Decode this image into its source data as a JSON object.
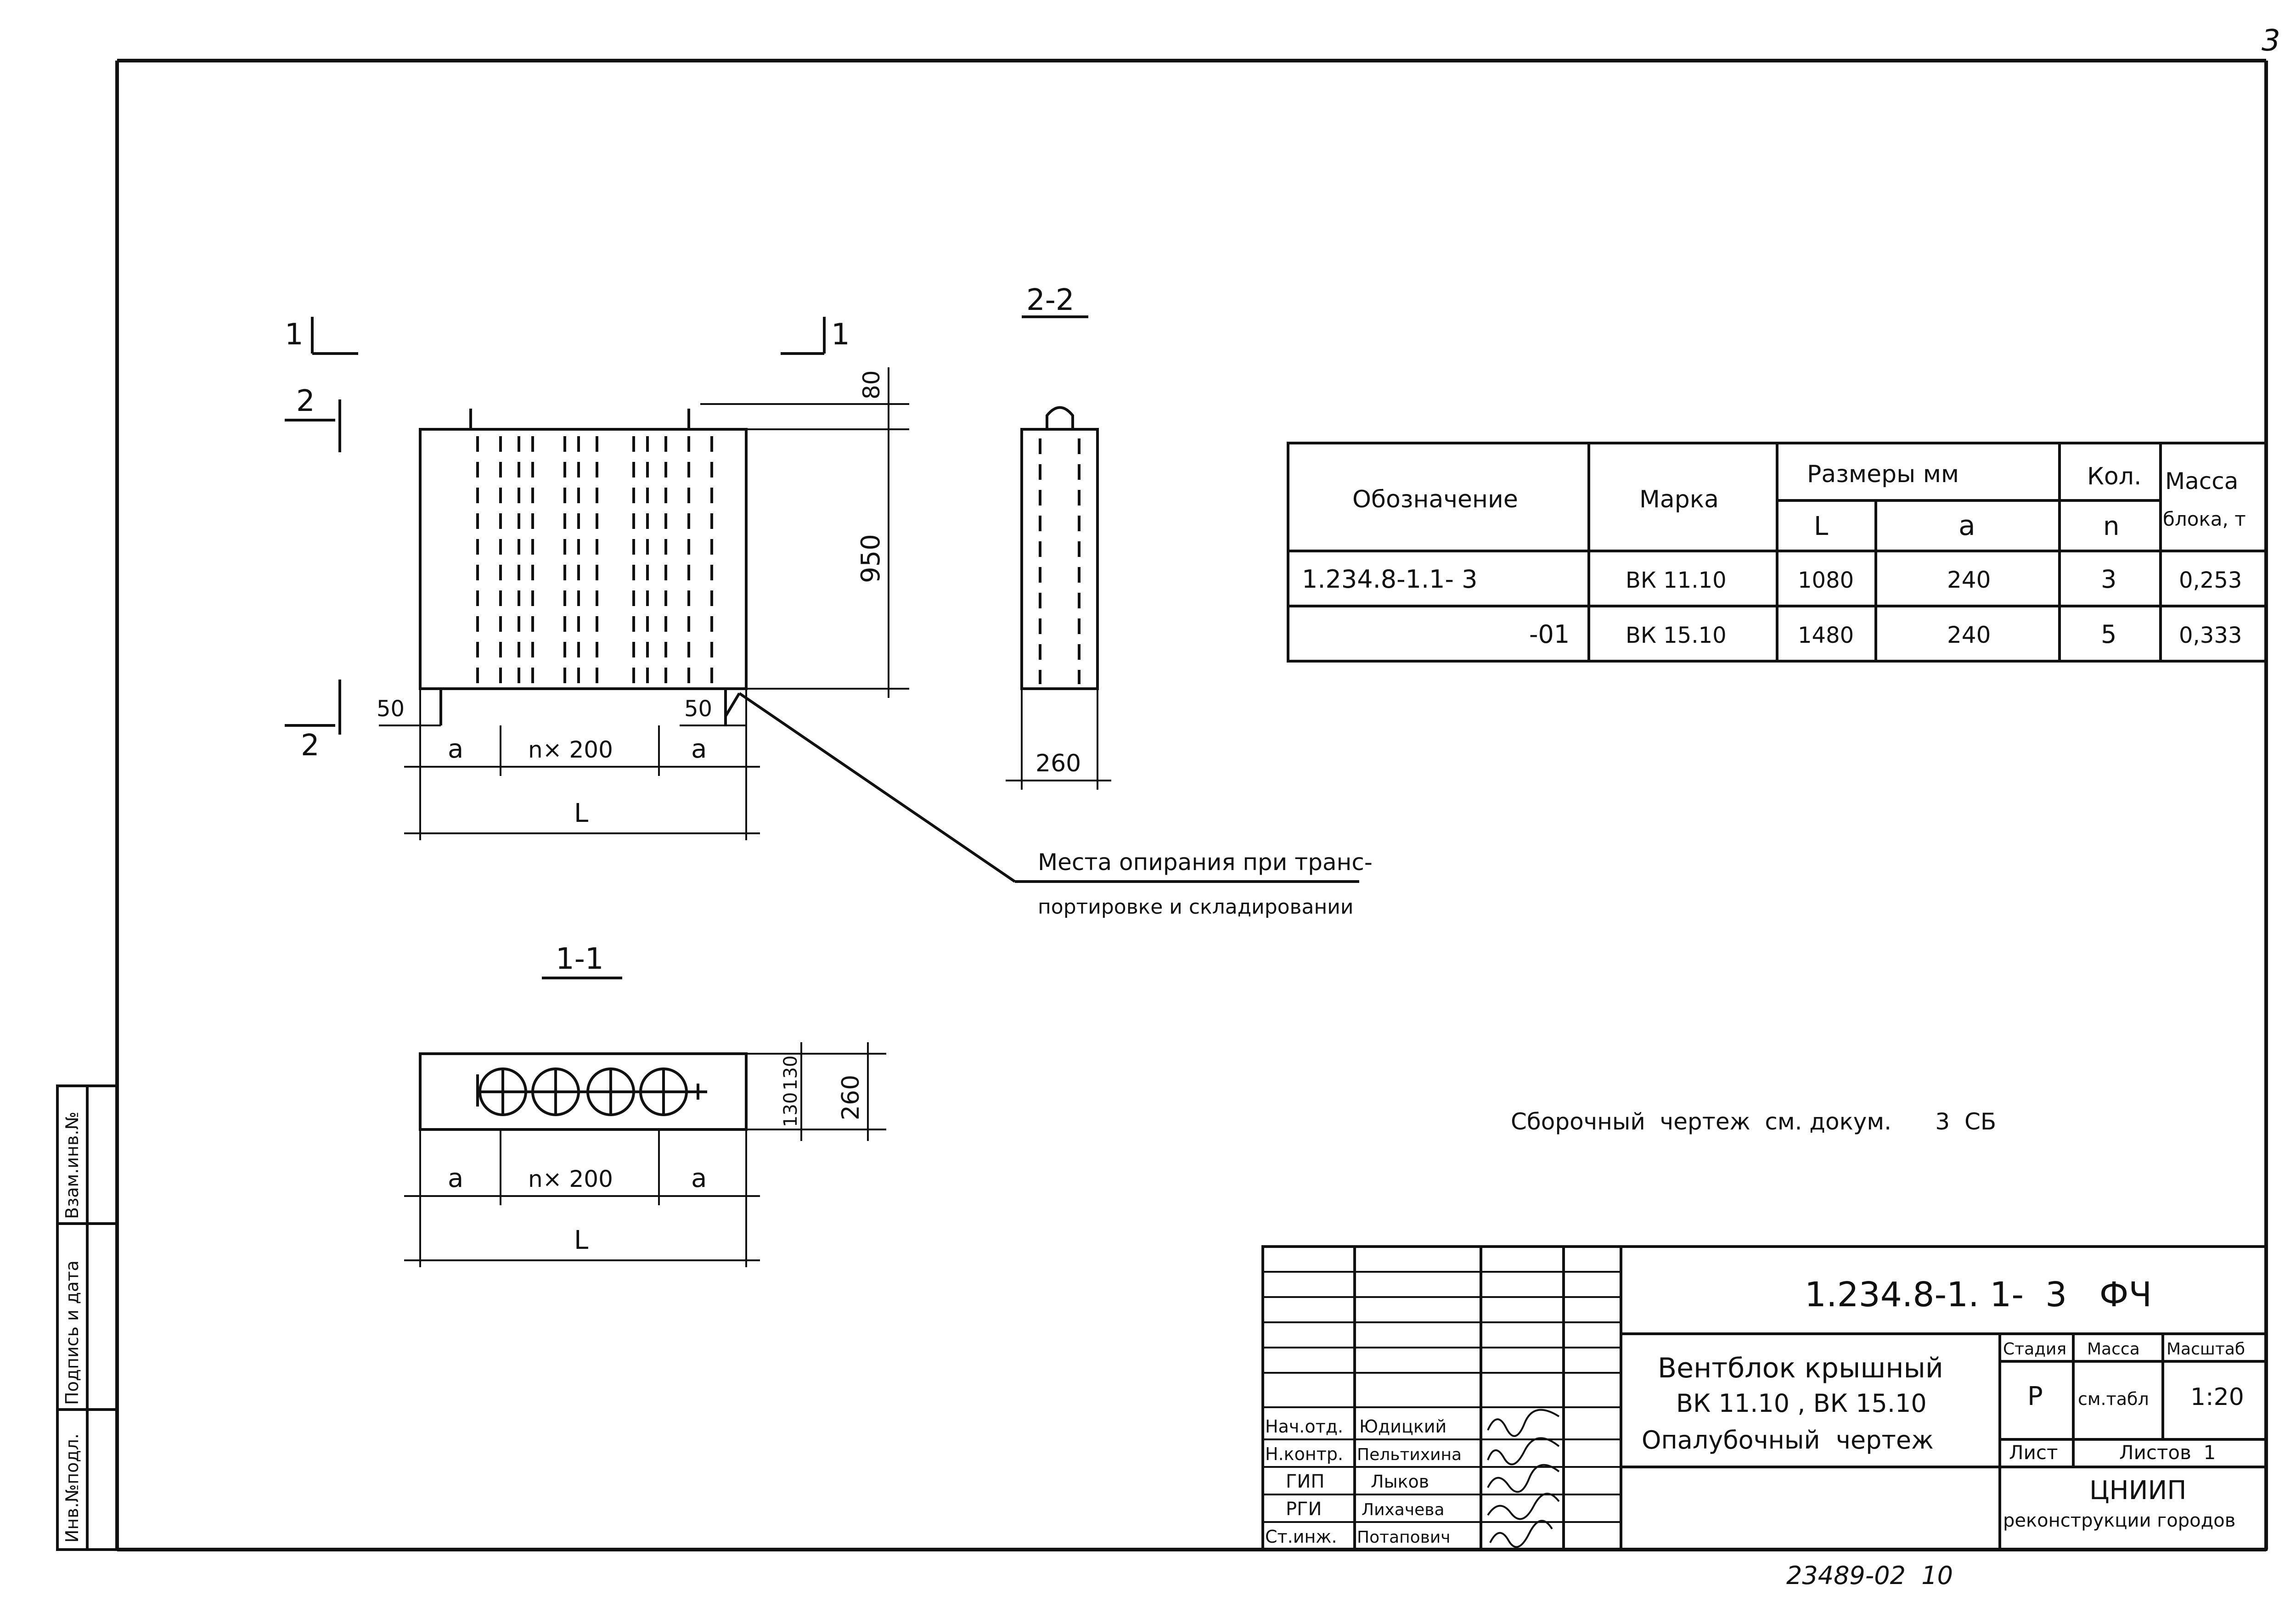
{
  "page_number": "3",
  "views": {
    "front": {
      "cut_1_left": "1",
      "cut_1_right": "1",
      "cut_2_top": "2",
      "cut_2_bottom": "2",
      "dim_top": "80",
      "dim_height": "950",
      "dim_left_50": "50",
      "dim_right_50": "50",
      "dim_a_left": "a",
      "dim_n200": "n× 200",
      "dim_a_right": "a",
      "dim_L": "L"
    },
    "section_2_2": {
      "title": "2-2",
      "dim_width": "260"
    },
    "section_1_1": {
      "title": "1-1",
      "dim_130_a": "130",
      "dim_130_b": "130",
      "dim_260": "260",
      "dim_a_left": "a",
      "dim_n200": "n× 200",
      "dim_a_right": "a",
      "dim_L": "L"
    },
    "support_note": [
      "Места опирания при транс-",
      "портировке и складировании"
    ]
  },
  "spec_table": {
    "headers": {
      "designation": "Обозначение",
      "mark": "Марка",
      "sizes": "Размеры  мм",
      "L": "L",
      "a": "a",
      "qty": "Кол.",
      "n": "n",
      "mass_1": "Масса",
      "mass_2": "блока, т"
    },
    "rows": [
      {
        "designation": "1.234.8-1.1- 3",
        "mark": "ВК 11.10",
        "L": "1080",
        "a": "240",
        "n": "3",
        "mass": "0,253"
      },
      {
        "designation": "-01",
        "mark": "ВК 15.10",
        "L": "1480",
        "a": "240",
        "n": "5",
        "mass": "0,333"
      }
    ]
  },
  "assembly_note": "Сборочный  чертеж  см. докум.      3  СБ",
  "title_block": {
    "doc_code": "1.234.8-1. 1-  3   ФЧ",
    "title_lines": [
      "Вентблок крышный",
      "ВК 11.10 , ВК 15.10",
      "Опалубочный  чертеж"
    ],
    "stage_label": "Стадия",
    "mass_label": "Масса",
    "scale_label": "Масштаб",
    "stage_value": "Р",
    "mass_value": "см.табл",
    "scale_value": "1:20",
    "sheet_label": "Лист",
    "sheets_label": "Листов  1",
    "org_line1": "ЦНИИП",
    "org_line2": "реконструкции городов",
    "roles": [
      "Нач.отд.",
      "Н.контр.",
      "ГИП",
      "РГИ",
      "Ст.инж."
    ],
    "names": [
      "Юдицкий",
      "Пельтихина",
      "Лыков",
      "Лихачева",
      "Потапович"
    ]
  },
  "side_stamp": [
    "Инв.№подл.",
    "Подпись и дата",
    "Взам.инв.№"
  ],
  "bottom_code": "23489-02  10"
}
